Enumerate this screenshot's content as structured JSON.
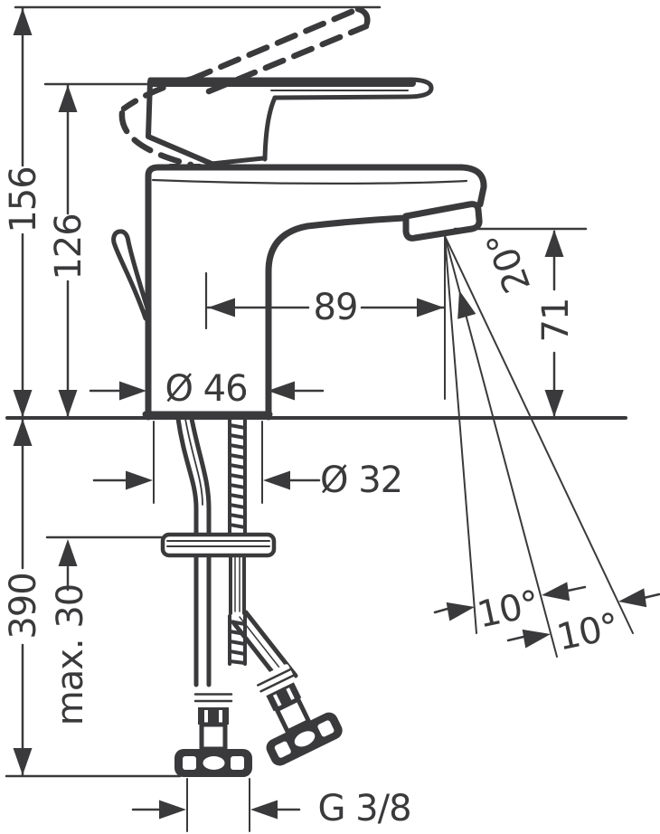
{
  "colors": {
    "line": "#3a3a3c",
    "background": "#ffffff"
  },
  "labels": {
    "height_total": "156",
    "height_handle": "126",
    "spout_reach": "89",
    "base_diameter": "Ø 46",
    "outlet_height": "71",
    "stream_angle": "20°",
    "hole_diameter": "Ø 32",
    "install_length": "390",
    "max_deck_thickness": "max. 30",
    "stream_swivel_left": "10°",
    "stream_swivel_right": "10°",
    "connection_thread": "G 3/8"
  }
}
